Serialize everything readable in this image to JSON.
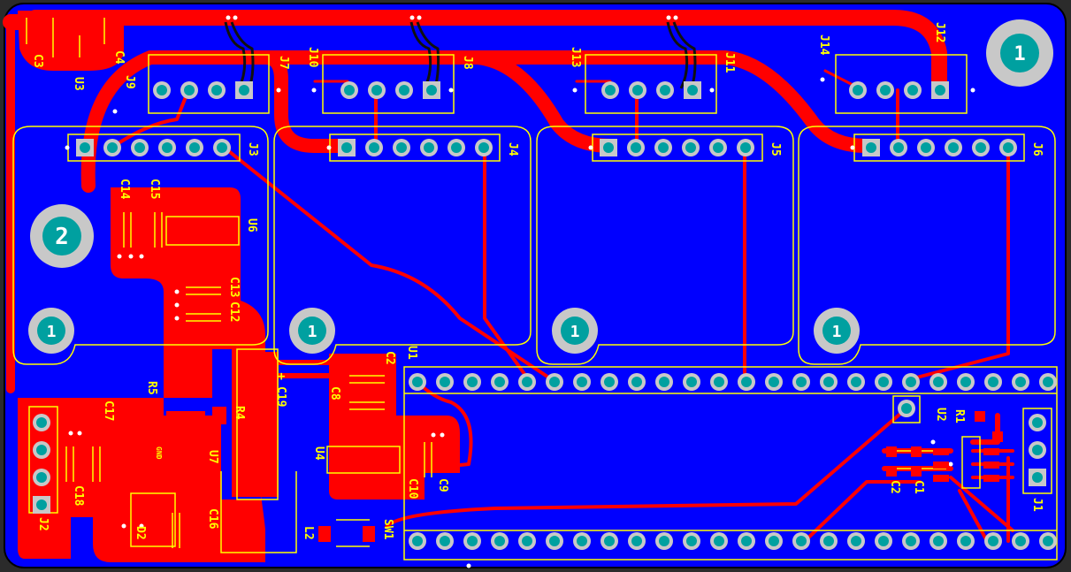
{
  "colors": {
    "background": "#2b2b2b",
    "bottom_copper": "#0000ff",
    "top_copper": "#ff0000",
    "silkscreen": "#ffff00",
    "pad": "#00a0a0",
    "hole": "#c8c8c8",
    "via": "#ffffff",
    "outline": "#000000"
  },
  "mounting_holes": [
    "1",
    "2",
    "1",
    "1",
    "1",
    "1"
  ],
  "connectors": {
    "J1": "J1",
    "J2": "J2",
    "J3": "J3",
    "J4": "J4",
    "J5": "J5",
    "J6": "J6",
    "J7": "J7",
    "J8": "J8",
    "J9": "J9",
    "J10": "J10",
    "J11": "J11",
    "J12": "J12",
    "J13": "J13",
    "J14": "J14"
  },
  "components": {
    "C1": "C1",
    "C2": "C2",
    "C3": "C3",
    "C4": "C4",
    "C8": "C8",
    "C9": "C9",
    "C10": "C10",
    "C12": "C12",
    "C13": "C13",
    "C14": "C14",
    "C15": "C15",
    "C16": "C16",
    "C17": "C17",
    "C18": "C18",
    "C19": "C19",
    "C2b": "C2",
    "U1": "U1",
    "U2": "U2",
    "U3": "U3",
    "U4": "U4",
    "U6": "U6",
    "U7": "U7",
    "R1": "R1",
    "R4": "R4",
    "R5": "R5",
    "D2": "D2",
    "L2": "L2",
    "SW1": "SW1"
  },
  "markings": {
    "plus": "+",
    "u7_chip": "GND"
  }
}
